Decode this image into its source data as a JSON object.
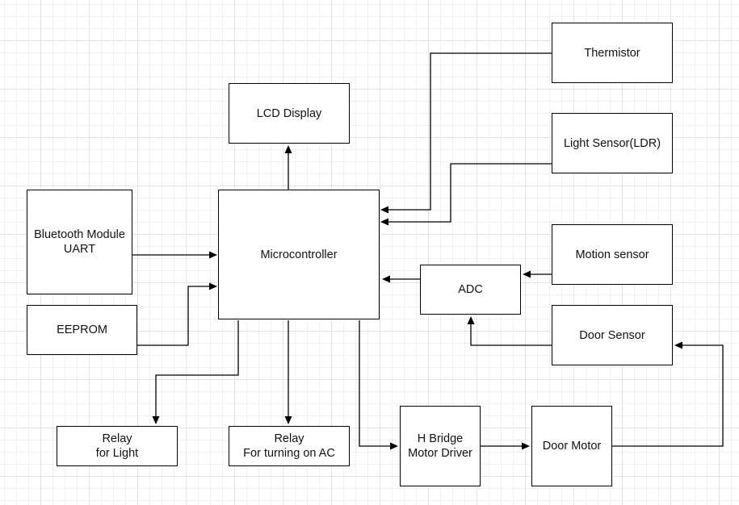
{
  "diagram": {
    "nodes": [
      {
        "id": "thermistor",
        "label": "Thermistor"
      },
      {
        "id": "lcd",
        "label": "LCD Display"
      },
      {
        "id": "ldr",
        "label": "Light Sensor(LDR)"
      },
      {
        "id": "bluetooth",
        "label": "Bluetooth Module\nUART"
      },
      {
        "id": "micro",
        "label": "Microcontroller"
      },
      {
        "id": "motion",
        "label": "Motion sensor"
      },
      {
        "id": "adc",
        "label": "ADC"
      },
      {
        "id": "eeprom",
        "label": "EEPROM"
      },
      {
        "id": "door_sensor",
        "label": "Door Sensor"
      },
      {
        "id": "relay_light",
        "label": "Relay\nfor Light"
      },
      {
        "id": "relay_ac",
        "label": "Relay\nFor turning on AC"
      },
      {
        "id": "hbridge",
        "label": "H Bridge\nMotor Driver"
      },
      {
        "id": "door_motor",
        "label": "Door Motor"
      }
    ],
    "edges": [
      {
        "from": "micro",
        "to": "lcd"
      },
      {
        "from": "thermistor",
        "to": "micro"
      },
      {
        "from": "ldr",
        "to": "micro"
      },
      {
        "from": "bluetooth",
        "to": "micro"
      },
      {
        "from": "eeprom",
        "to": "micro"
      },
      {
        "from": "adc",
        "to": "micro"
      },
      {
        "from": "motion",
        "to": "adc"
      },
      {
        "from": "door_sensor",
        "to": "adc"
      },
      {
        "from": "micro",
        "to": "relay_light"
      },
      {
        "from": "micro",
        "to": "relay_ac"
      },
      {
        "from": "micro",
        "to": "hbridge"
      },
      {
        "from": "hbridge",
        "to": "door_motor"
      },
      {
        "from": "door_motor",
        "to": "door_sensor"
      }
    ]
  }
}
